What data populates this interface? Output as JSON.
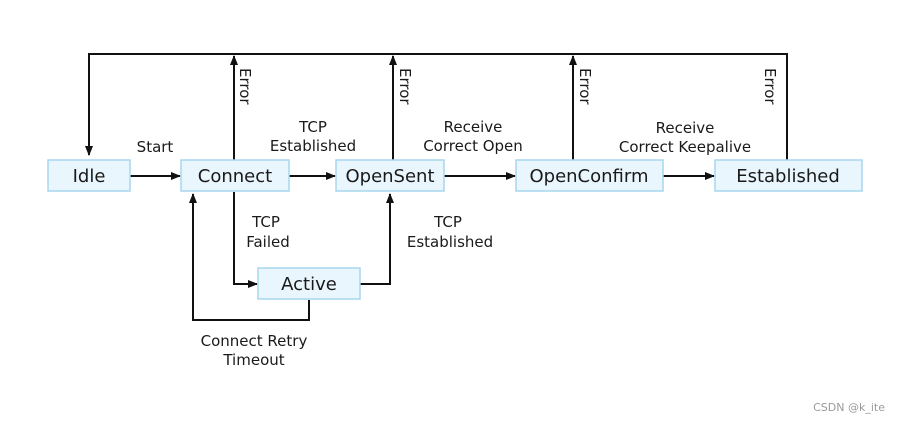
{
  "states": {
    "idle": "Idle",
    "connect": "Connect",
    "opensent": "OpenSent",
    "openconfirm": "OpenConfirm",
    "established": "Established",
    "active": "Active"
  },
  "transitions": {
    "start": "Start",
    "tcp_established_top_1": "TCP",
    "tcp_established_top_2": "Established",
    "receive_open_1": "Receive",
    "receive_open_2": "Correct Open",
    "receive_keepalive_1": "Receive",
    "receive_keepalive_2": "Correct Keepalive",
    "tcp_failed_1": "TCP",
    "tcp_failed_2": "Failed",
    "tcp_established_bottom_1": "TCP",
    "tcp_established_bottom_2": "Established",
    "retry_1": "Connect Retry",
    "retry_2": "Timeout",
    "error": "Error"
  },
  "watermark": "CSDN @k_ite"
}
